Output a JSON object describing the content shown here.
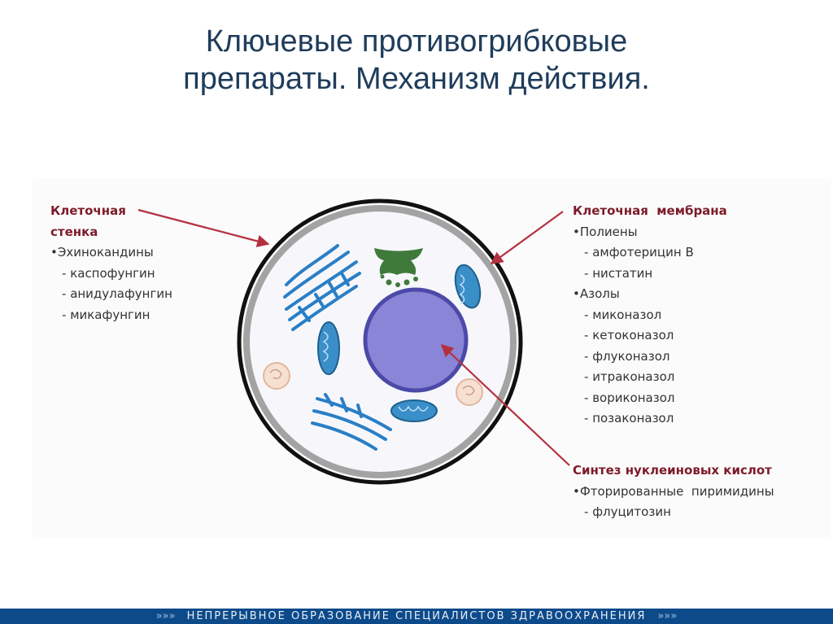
{
  "title": {
    "line1": "Ключевые противогрибковые",
    "line2": "препараты. Механизм действия."
  },
  "labels": {
    "cell_wall": {
      "head_line1": "Клеточная",
      "head_line2": "стенка",
      "group": "Эхинокандины",
      "drugs": [
        "каспофунгин",
        "анидулафунгин",
        "микафунгин"
      ]
    },
    "cell_membrane": {
      "head": "Клеточная  мембрана",
      "group1": "Полиены",
      "group1_drugs": [
        "амфотерицин В",
        "нистатин"
      ],
      "group2": "Азолы",
      "group2_drugs": [
        "миконазол",
        "кетоконазол",
        "флуконазол",
        "итраконазол",
        "вориконазол",
        "позаконазол"
      ]
    },
    "nucleic_acid": {
      "head": "Синтез нуклеиновых кислот",
      "group": "Фторированные  пиримидины",
      "drugs": [
        "флуцитозин"
      ]
    }
  },
  "colors": {
    "title": "#1f3c5b",
    "label_head": "#7d1b2a",
    "arrow": "#b5303f",
    "cell_wall_outer": "#111111",
    "cell_wall_inner": "#9a9a9a",
    "nucleus": "#8a85d6",
    "nucleus_ring": "#4b4aa8",
    "organelle_blue": "#2a7fc6",
    "golgi_green": "#3f7a3a",
    "footer_bg": "#0d4a8a"
  },
  "footer": {
    "text": "НЕПРЕРЫВНОЕ ОБРАЗОВАНИЕ СПЕЦИАЛИСТОВ ЗДРАВООХРАНЕНИЯ",
    "chevrons_left": "»»»",
    "chevrons_right": "»»»"
  }
}
